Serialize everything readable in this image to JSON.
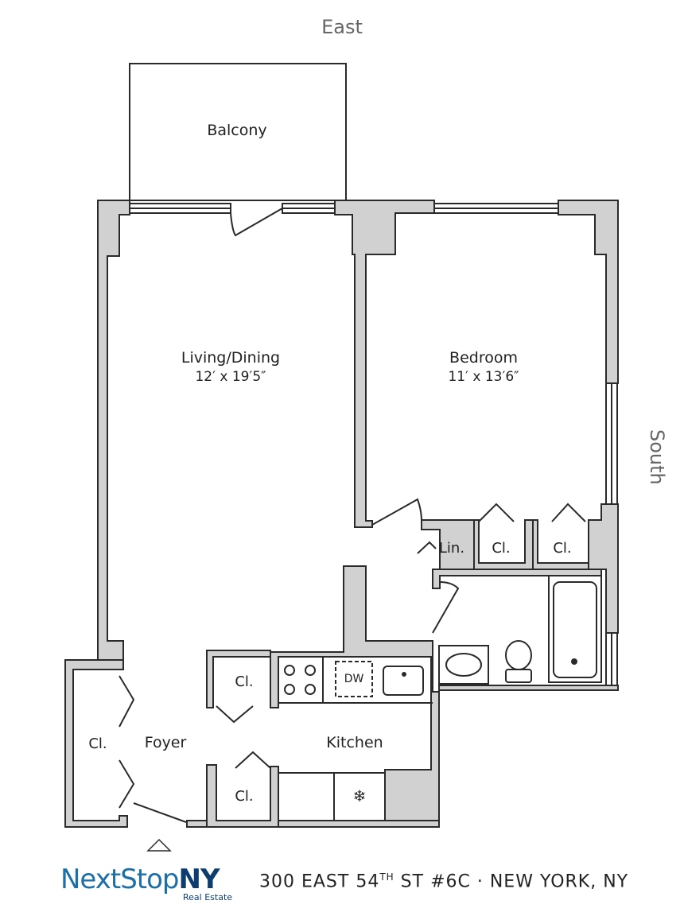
{
  "compass": {
    "top": "East",
    "right": "South"
  },
  "rooms": {
    "balcony": "Balcony",
    "living_name": "Living/Dining",
    "living_dims": "12′ x 19′5″",
    "bedroom_name": "Bedroom",
    "bedroom_dims": "11′ x 13′6″",
    "linen": "Lin.",
    "closet_bed1": "Cl.",
    "closet_bed2": "Cl.",
    "closet_kitchen_top": "Cl.",
    "closet_foyer_left": "Cl.",
    "closet_kitchen_bottom": "Cl.",
    "foyer": "Foyer",
    "kitchen": "Kitchen",
    "dishwasher": "DW"
  },
  "branding": {
    "logo_light": "NextStop",
    "logo_bold": "NY",
    "logo_sub": "Real Estate"
  },
  "address": {
    "part1": "300 EAST 54",
    "sup": "TH",
    "part2": " ST #6C · NEW YORK, NY"
  },
  "colors": {
    "wall": "#d1d1d1",
    "line": "#2a2a2a",
    "brand_light": "#1d6fa8",
    "brand_dark": "#0d3d6e"
  }
}
